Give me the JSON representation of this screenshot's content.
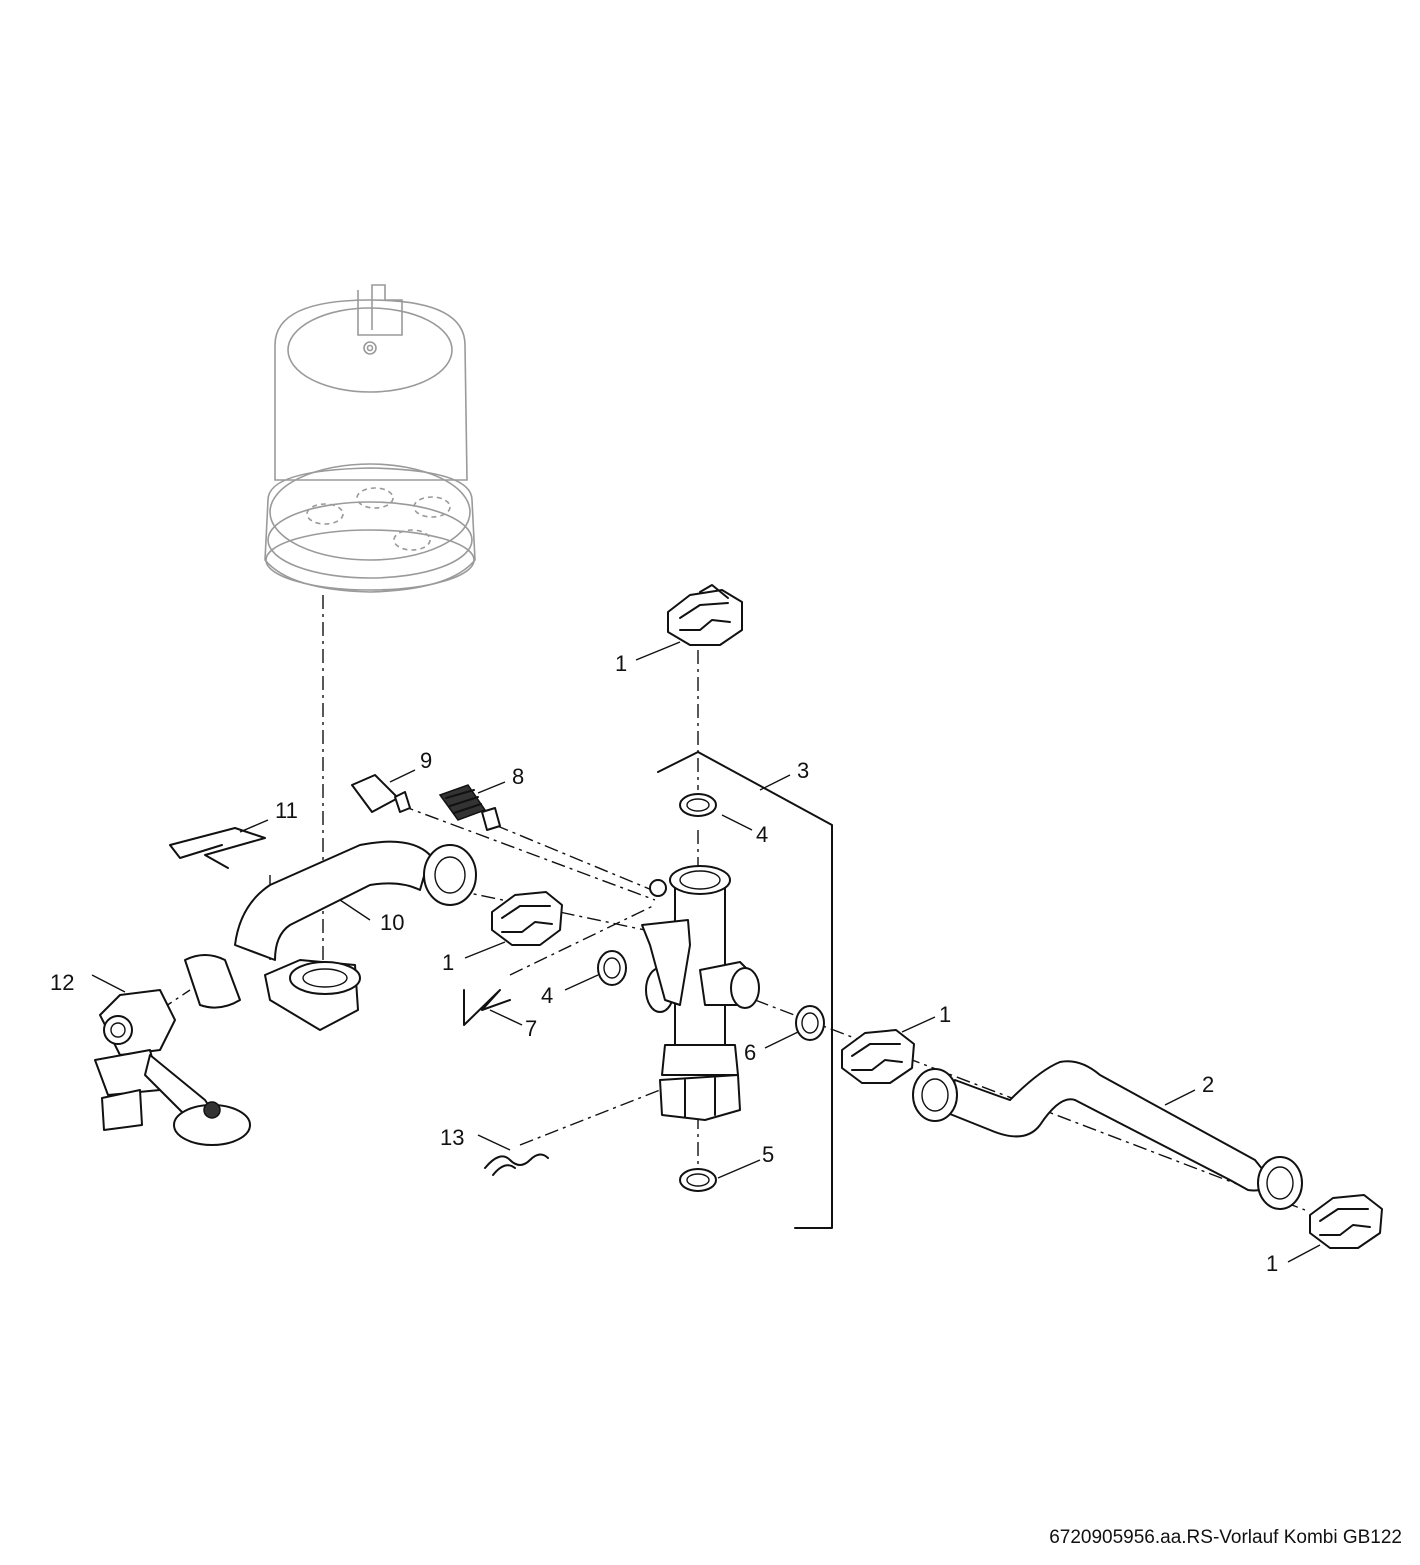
{
  "drawing": {
    "caption": "6720905956.aa.RS-Vorlauf Kombi GB122"
  },
  "callouts": {
    "c1a": "1",
    "c1b": "1",
    "c1c": "1",
    "c1d": "1",
    "c2": "2",
    "c3": "3",
    "c4a": "4",
    "c4b": "4",
    "c5": "5",
    "c6": "6",
    "c7": "7",
    "c8": "8",
    "c9": "9",
    "c10": "10",
    "c11": "11",
    "c12": "12",
    "c13": "13"
  }
}
